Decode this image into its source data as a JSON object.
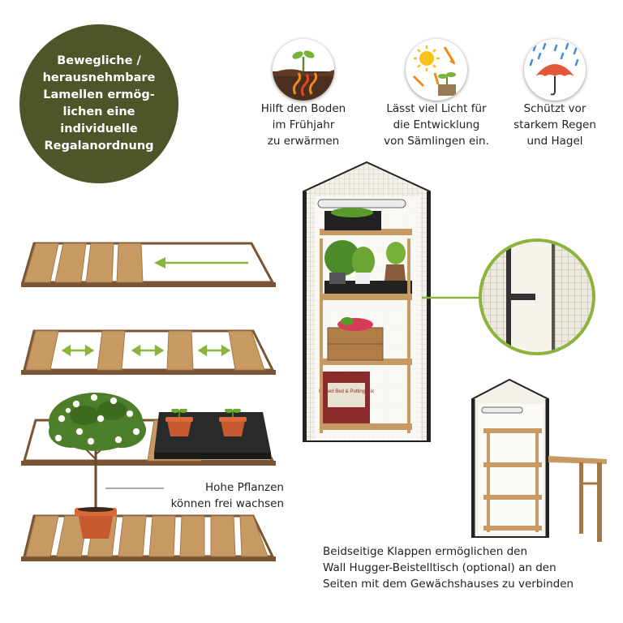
{
  "badge": {
    "text": "Bewegliche /\nherausnehmbare\nLamellen ermög-\nlichen eine\nindividuelle\nRegalanordnung"
  },
  "features": [
    {
      "icon": "soil-warming-icon",
      "text": "Hilft den Boden\nim Frühjahr\nzu erwärmen"
    },
    {
      "icon": "sun-light-icon",
      "text": "Lässt viel Licht für\ndie Entwicklung\nvon Sämlingen ein."
    },
    {
      "icon": "rain-umbrella-icon",
      "text": "Schützt vor\nstarkem Regen\nund Hagel"
    }
  ],
  "tall_plants_caption": "Hohe Pflanzen\nkönnen frei wachsen",
  "side_flaps_caption": "Beidseitige Klappen ermöglichen den\nWall Hugger-Beistelltisch (optional) an den\nSeiten mit dem Gewächshauses zu verbinden",
  "package_label": "Raised Bed & Potting Mix",
  "colors": {
    "badge_green": "#4e5528",
    "accent_green": "#8cb43c",
    "wood": "#c89a63",
    "frame_brown": "#6b4a2b"
  }
}
